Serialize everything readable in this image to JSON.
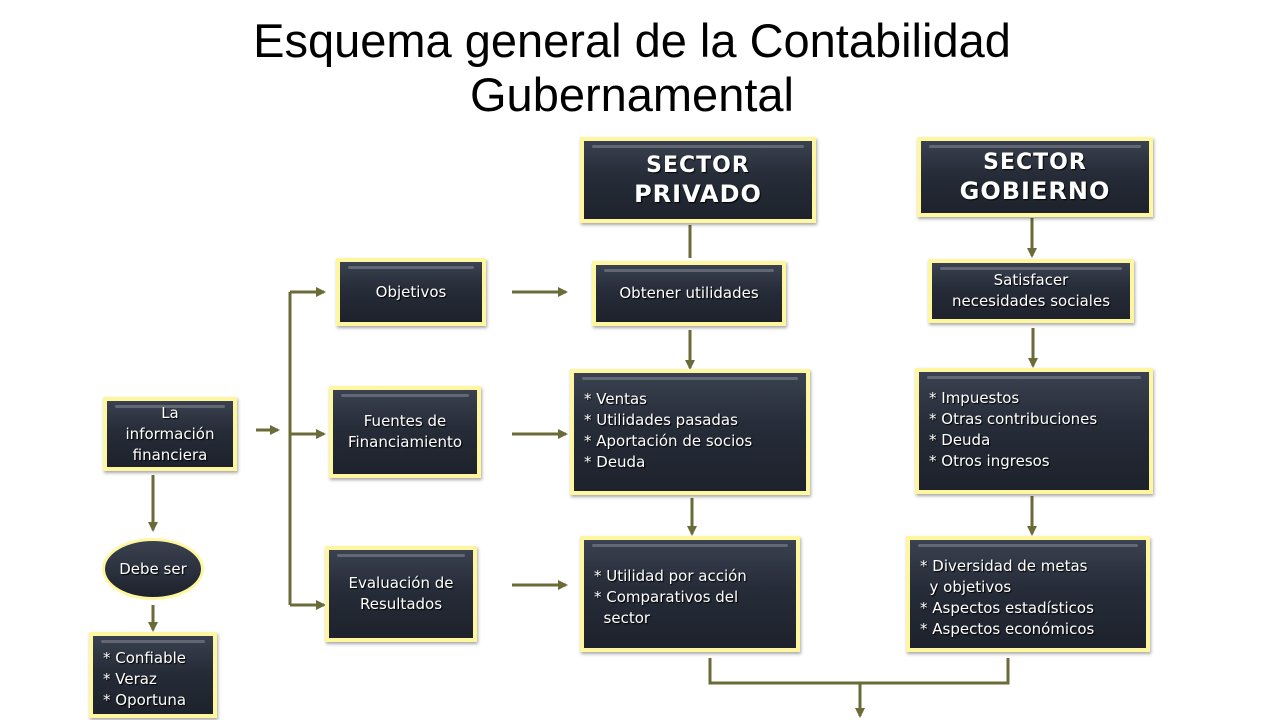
{
  "title": {
    "line1": "Esquema general de la Contabilidad",
    "line2": "Gubernamental"
  },
  "sector_privado": {
    "line1": "SECTOR",
    "line2": "PRIVADO"
  },
  "sector_gobierno": {
    "line1": "SECTOR",
    "line2": "GOBIERNO"
  },
  "info": {
    "line1": "La",
    "line2": "información",
    "line3": "financiera"
  },
  "debe_ser": "Debe ser",
  "cualidades": [
    "* Confiable",
    "* Veraz",
    "* Oportuna"
  ],
  "objetivos": "Objetivos",
  "fuentes": {
    "line1": "Fuentes de",
    "line2": "Financiamiento"
  },
  "evaluacion": {
    "line1": "Evaluación de",
    "line2": "Resultados"
  },
  "privado_objetivo": "Obtener utilidades",
  "gobierno_objetivo": {
    "line1": "Satisfacer",
    "line2": "necesidades sociales"
  },
  "privado_fuentes": [
    "* Ventas",
    "* Utilidades pasadas",
    "* Aportación de socios",
    "* Deuda"
  ],
  "gobierno_fuentes": [
    "* Impuestos",
    "* Otras contribuciones",
    "* Deuda",
    "* Otros ingresos"
  ],
  "privado_evaluacion": [
    "* Utilidad por acción",
    "* Comparativos del",
    "  sector"
  ],
  "gobierno_evaluacion": [
    "* Diversidad de metas",
    "  y objetivos",
    "* Aspectos estadísticos",
    "* Aspectos económicos"
  ],
  "colors": {
    "connector": "#6b6b3a",
    "box_border": "#fff7a0",
    "box_fill": "#262c38"
  }
}
